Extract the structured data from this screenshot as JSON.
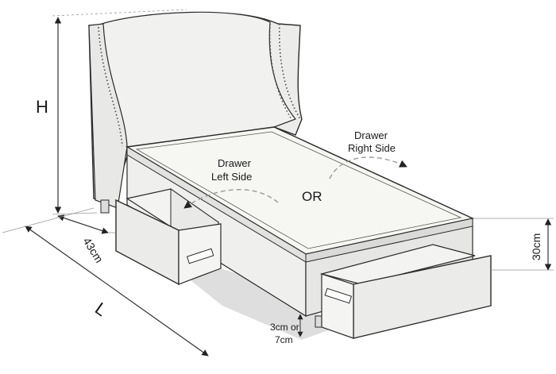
{
  "labels": {
    "height": "H",
    "depth": "43cm",
    "length": "L",
    "drawer_left": [
      "Drawer",
      "Left Side"
    ],
    "drawer_right": [
      "Drawer",
      "Right Side"
    ],
    "or": "OR",
    "base_height": "30cm",
    "clearance": [
      "3cm or",
      "7cm"
    ]
  },
  "colors": {
    "outline": "#2b2b2b",
    "fabric": "#ededeb",
    "mattress_top": "#f6f6f2",
    "shadow": "#cfcfcf",
    "dim_line": "#333333",
    "dash": "#9a9a9a"
  }
}
